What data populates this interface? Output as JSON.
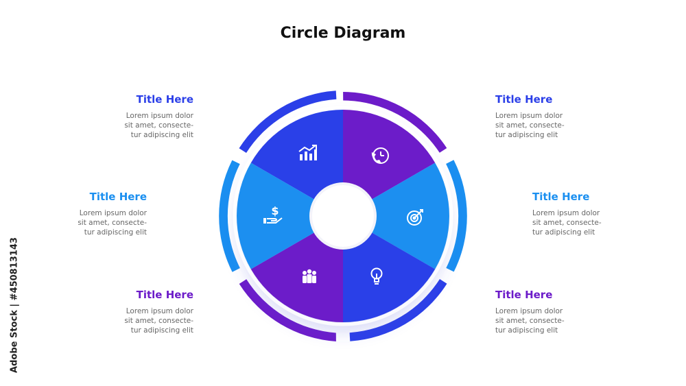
{
  "title": "Circle Diagram",
  "watermark": "Adobe Stock | #450813143",
  "items": [
    {
      "title": "Title Here",
      "desc": [
        "Lorem ipsum dolor",
        "sit amet, consecte-",
        "tur adipiscing elit"
      ],
      "color": "#2B3FE8",
      "icon": "growth-chart-icon"
    },
    {
      "title": "Title Here",
      "desc": [
        "Lorem ipsum dolor",
        "sit amet, consecte-",
        "tur adipiscing elit"
      ],
      "color": "#6C1BC9",
      "icon": "phone-clock-icon"
    },
    {
      "title": "Title Here",
      "desc": [
        "Lorem ipsum dolor",
        "sit amet, consecte-",
        "tur adipiscing elit"
      ],
      "color": "#1A8FF0",
      "icon": "target-icon"
    },
    {
      "title": "Title Here",
      "desc": [
        "Lorem ipsum dolor",
        "sit amet, consecte-",
        "tur adipiscing elit"
      ],
      "color": "#2B3FE8",
      "icon": "lightbulb-icon"
    },
    {
      "title": "Title Here",
      "desc": [
        "Lorem ipsum dolor",
        "sit amet, consecte-",
        "tur adipiscing elit"
      ],
      "color": "#6C1BC9",
      "icon": "team-icon"
    },
    {
      "title": "Title Here",
      "desc": [
        "Lorem ipsum dolor",
        "sit amet, consecte-",
        "tur adipiscing elit"
      ],
      "color": "#1A8FF0",
      "icon": "dollar-hand-icon"
    }
  ]
}
